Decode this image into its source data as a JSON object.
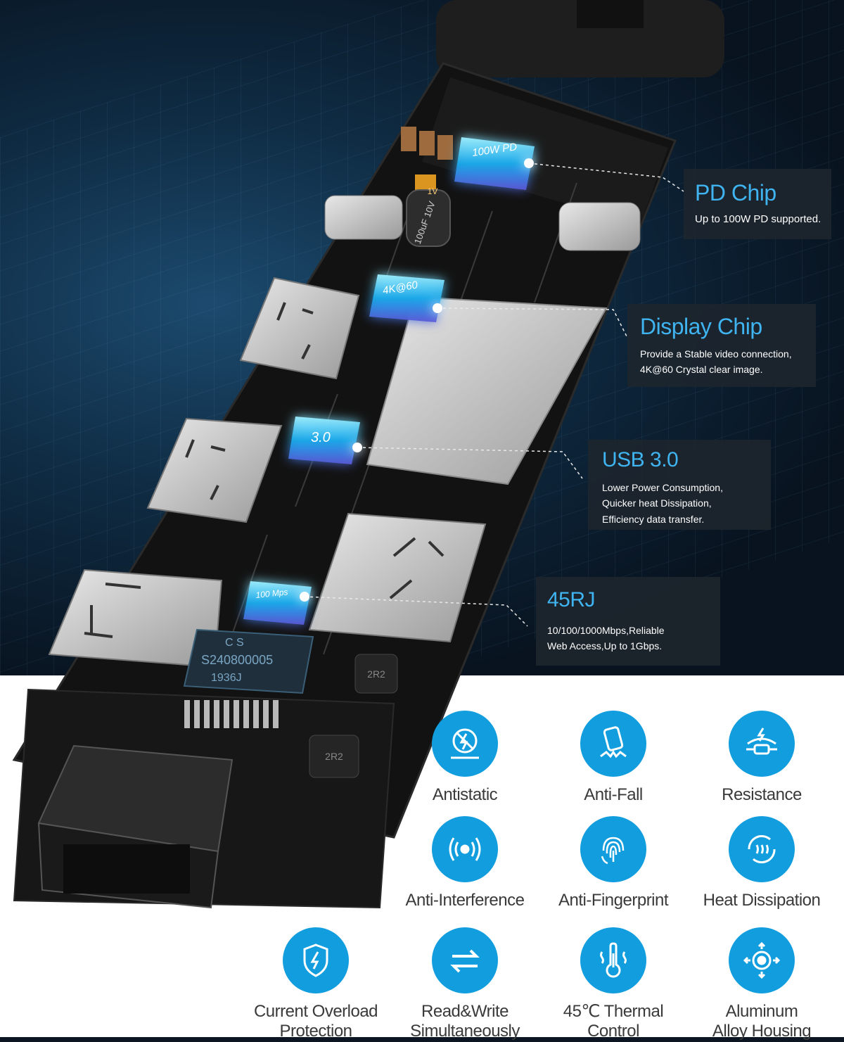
{
  "chips": {
    "pd": "100W PD",
    "display": "4K@60",
    "usb": "3.0",
    "rj45": "100 Mps"
  },
  "board_marks": {
    "cap_top": "1V",
    "cap_value": "100uF 10V",
    "chip_line1": "C S",
    "chip_line2": "S240800005",
    "chip_line3": "1936J",
    "inductor_a": "2R2",
    "inductor_b": "2R2"
  },
  "callouts": [
    {
      "title": "PD Chip",
      "lines": [
        "Up to 100W PD supported."
      ]
    },
    {
      "title": "Display Chip",
      "lines": [
        "Provide a Stable video connection,",
        "4K@60 Crystal clear image."
      ]
    },
    {
      "title": "USB 3.0",
      "lines": [
        "Lower Power Consumption,",
        "Quicker heat Dissipation,",
        "Efficiency data transfer."
      ]
    },
    {
      "title": "45RJ",
      "lines": [
        "10/100/1000Mbps,Reliable",
        "Web Access,Up to 1Gbps."
      ]
    }
  ],
  "features": [
    {
      "icon": "antistatic-icon",
      "label": [
        "Antistatic"
      ]
    },
    {
      "icon": "anti-fall-icon",
      "label": [
        "Anti-Fall"
      ]
    },
    {
      "icon": "resistance-icon",
      "label": [
        "Resistance"
      ]
    },
    {
      "icon": "anti-interference-icon",
      "label": [
        "Anti-Interference"
      ]
    },
    {
      "icon": "anti-fingerprint-icon",
      "label": [
        "Anti-Fingerprint"
      ]
    },
    {
      "icon": "heat-dissipation-icon",
      "label": [
        "Heat Dissipation"
      ]
    },
    {
      "icon": "current-overload-icon",
      "label": [
        "Current Overload",
        "Protection"
      ]
    },
    {
      "icon": "read-write-icon",
      "label": [
        "Read&Write",
        "Simultaneously"
      ]
    },
    {
      "icon": "thermal-control-icon",
      "label": [
        "45℃ Thermal",
        "Control"
      ]
    },
    {
      "icon": "aluminum-housing-icon",
      "label": [
        "Aluminum",
        "Alloy Housing"
      ]
    }
  ],
  "colors": {
    "accent": "#119dde",
    "title_blue": "#3fb4f0",
    "glow": "#29c2ff"
  }
}
